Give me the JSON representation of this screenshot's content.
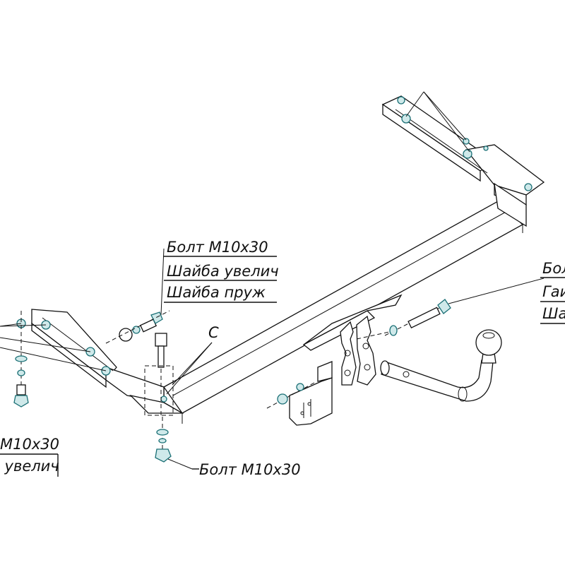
{
  "labels": {
    "upper_center": [
      "Болт М10х30",
      "Шайба увелич",
      "Шайба пруж"
    ],
    "right_edge": [
      "Бол",
      "Гаи",
      "Шаі"
    ],
    "lower_left": [
      "М10х30",
      "і увелич"
    ],
    "bottom_center": "Болт М10х30",
    "callout_c": "С"
  },
  "colors": {
    "line": "#111111",
    "fastener_fill": "#cfe9ea",
    "fastener_stroke": "#1a6f75",
    "background": "#ffffff"
  }
}
